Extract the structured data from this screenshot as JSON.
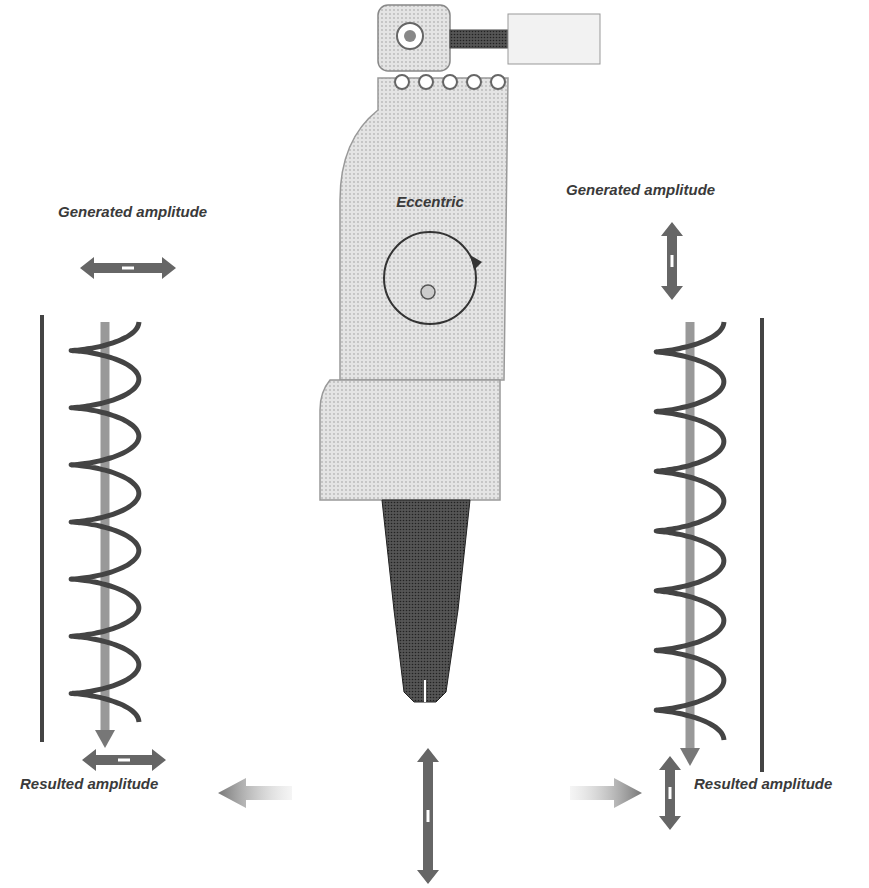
{
  "diagram": {
    "labels": [
      "Generated amplitude",
      "Eccentric",
      "Generated amplitude",
      "Resulted amplitude",
      "Resulted amplitude"
    ]
  }
}
